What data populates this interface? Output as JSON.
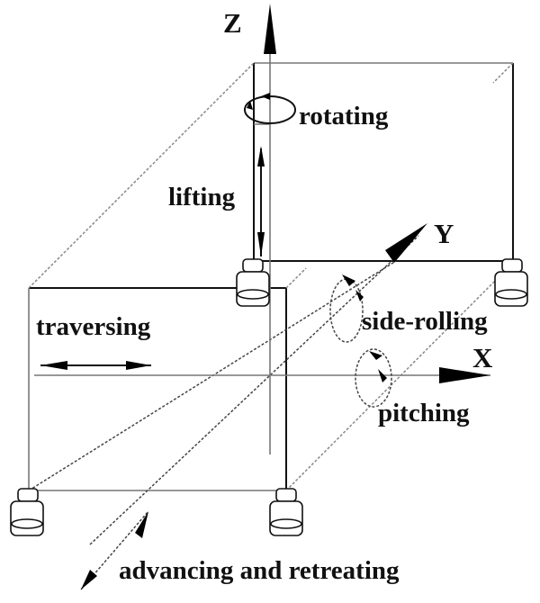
{
  "diagram": {
    "type": "3d-motion-degrees-of-freedom",
    "axes": {
      "z": "Z",
      "y": "Y",
      "x": "X"
    },
    "motions": {
      "rotating": "rotating",
      "lifting": "lifting",
      "side_rolling": "side-rolling",
      "traversing": "traversing",
      "pitching": "pitching",
      "advancing": "advancing and retreating"
    },
    "colors": {
      "line": "#111111",
      "thin_line": "#777777",
      "background": "#ffffff"
    }
  }
}
